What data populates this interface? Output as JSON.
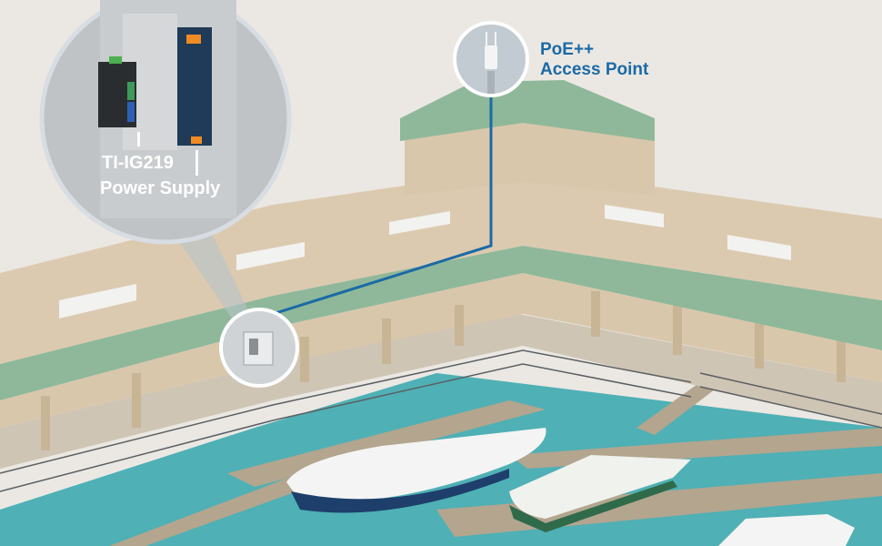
{
  "labels": {
    "access_point_line1": "PoE++",
    "access_point_line2": "Access Point",
    "injector": "TI-IG219",
    "power_supply": "Power Supply"
  },
  "colors": {
    "background": "#ebe8e3",
    "cable": "#1b6aa5",
    "roof_green": "#8fb89a",
    "water": "#4fb0b5",
    "wall": "#d9c7ac",
    "label_blue": "#1b6aa5"
  }
}
